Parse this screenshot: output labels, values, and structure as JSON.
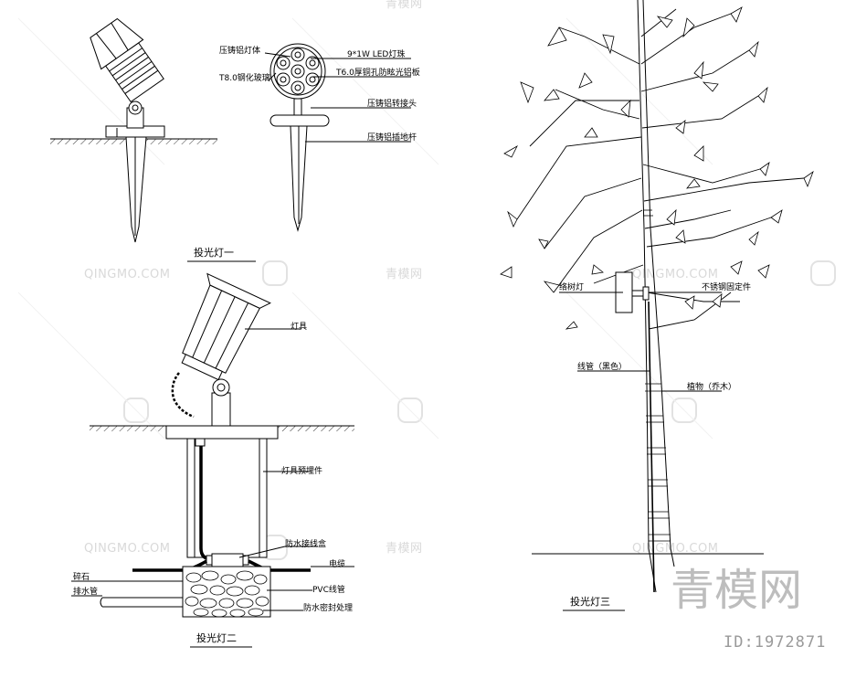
{
  "title_fig1": "投光灯一",
  "title_fig2": "投光灯二",
  "title_fig3": "投光灯三",
  "fig1_labels": {
    "lamp_body": "压铸铝灯体",
    "led": "9*1W LED灯珠",
    "glass": "T8.0钢化玻璃",
    "reflector": "T6.0厚铜孔防眩光铝板",
    "connector": "压铸铝转接头",
    "stake": "压铸铝插地杆"
  },
  "fig2_labels": {
    "fixture": "灯具",
    "embedded_part": "灯具预埋件",
    "junction_box": "防水接线盒",
    "cable": "电缆",
    "gravel": "碎石",
    "drain_pipe": "排水管",
    "pvc_conduit": "PVC线管",
    "waterproof_seal": "防水密封处理"
  },
  "fig3_labels": {
    "tree_lamp": "络树灯",
    "clamp": "不锈钢固定件",
    "conduit": "线管（黑色）",
    "plant": "植物（乔木）"
  },
  "watermark": {
    "text_en": "QINGMO.COM",
    "text_cn": "青模网",
    "brand": "青模网",
    "id": "ID:1972871"
  }
}
